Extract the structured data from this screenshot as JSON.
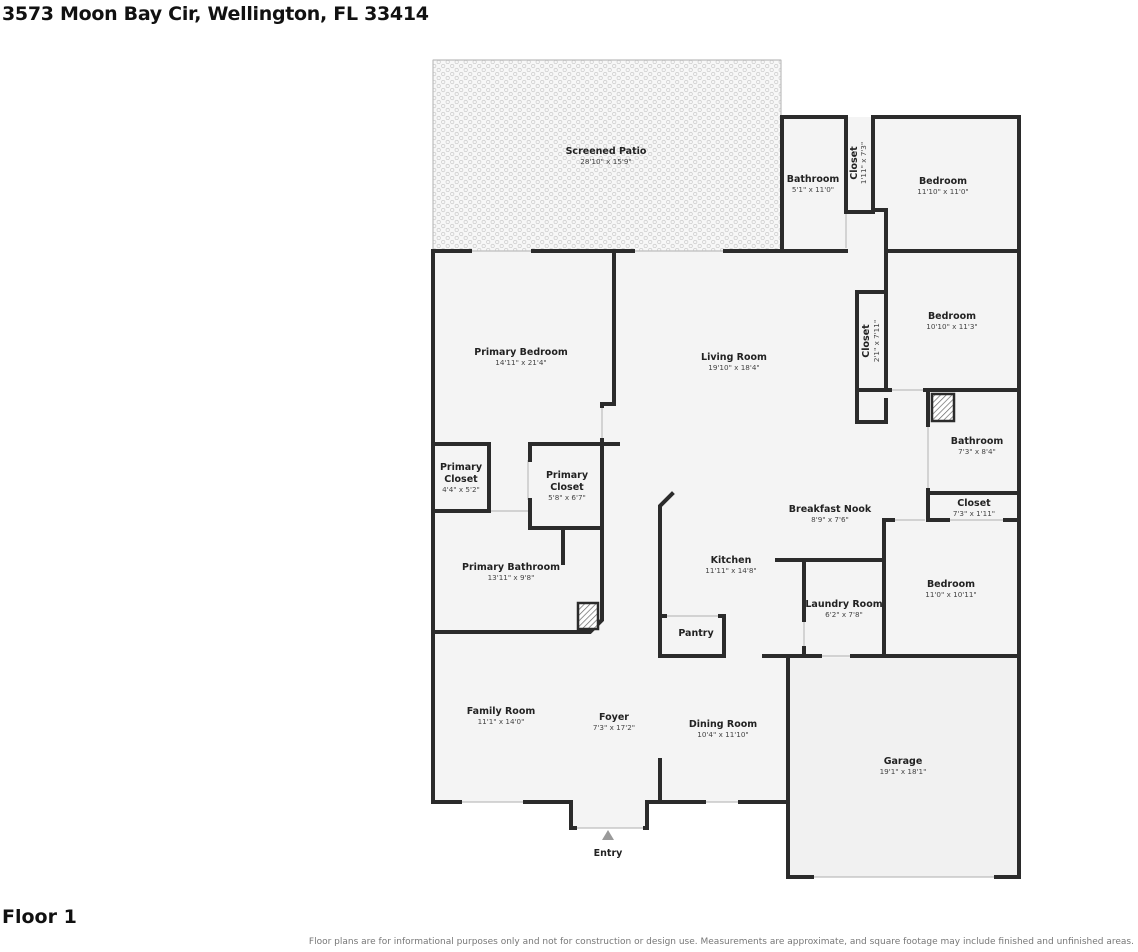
{
  "address": "3573 Moon Bay Cir, Wellington, FL 33414",
  "floor_label": "Floor 1",
  "disclaimer": "Floor plans are for informational purposes only and not for construction or design use. Measurements are approximate, and square footage may include finished and unfinished areas.",
  "entry_label": "Entry",
  "rooms": {
    "screened_patio": {
      "name": "Screened Patio",
      "dims": "28'10\" x 15'9\""
    },
    "bathroom_top": {
      "name": "Bathroom",
      "dims": "5'1\" x 11'0\""
    },
    "closet_top": {
      "name": "Closet",
      "dims": "1'11\" x 7'3\""
    },
    "bedroom_top": {
      "name": "Bedroom",
      "dims": "11'10\" x 11'0\""
    },
    "bedroom_mid": {
      "name": "Bedroom",
      "dims": "10'10\" x 11'3\""
    },
    "closet_mid": {
      "name": "Closet",
      "dims": "2'1\" x 7'11\""
    },
    "living_room": {
      "name": "Living Room",
      "dims": "19'10\" x 18'4\""
    },
    "primary_bedroom": {
      "name": "Primary Bedroom",
      "dims": "14'11\" x 21'4\""
    },
    "bathroom_right": {
      "name": "Bathroom",
      "dims": "7'3\" x 8'4\""
    },
    "closet_right": {
      "name": "Closet",
      "dims": "7'3\" x 1'11\""
    },
    "breakfast_nook": {
      "name": "Breakfast Nook",
      "dims": "8'9\" x 7'6\""
    },
    "primary_closet_small": {
      "line1": "Primary",
      "line2": "Closet",
      "dims": "4'4\" x 5'2\""
    },
    "primary_closet_large": {
      "line1": "Primary",
      "line2": "Closet",
      "dims": "5'8\" x 6'7\""
    },
    "kitchen": {
      "name": "Kitchen",
      "dims": "11'11\" x 14'8\""
    },
    "bedroom_bottom": {
      "name": "Bedroom",
      "dims": "11'0\" x 10'11\""
    },
    "laundry_room": {
      "name": "Laundry Room",
      "dims": "6'2\" x 7'8\""
    },
    "primary_bathroom": {
      "name": "Primary Bathroom",
      "dims": "13'11\" x 9'8\""
    },
    "pantry": {
      "name": "Pantry"
    },
    "family_room": {
      "name": "Family Room",
      "dims": "11'1\" x 14'0\""
    },
    "foyer": {
      "name": "Foyer",
      "dims": "7'3\" x 17'2\""
    },
    "dining_room": {
      "name": "Dining Room",
      "dims": "10'4\" x 11'10\""
    },
    "garage": {
      "name": "Garage",
      "dims": "19'1\" x 18'1\""
    }
  }
}
